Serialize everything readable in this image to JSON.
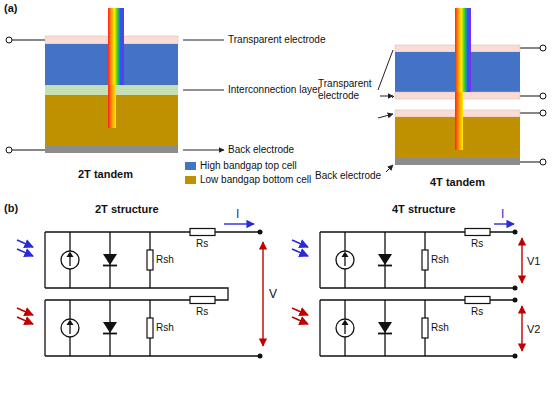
{
  "diagram": {
    "labels": [
      "(a)",
      "Transparent electrode",
      "Interconnection layer",
      "Back electrode",
      "2T tandem",
      "Transparent electrode",
      "Back electrode",
      "4T tandem",
      "(b)",
      "2T structure",
      "I",
      "Rs",
      "Rsh",
      "V",
      "Rs",
      "Rsh",
      "4T structure",
      "I",
      "Rs",
      "V1",
      "Rsh",
      "Rs",
      "V2",
      "Rsh"
    ],
    "legend": [
      {
        "text": "High bandgap top cell",
        "color": "#4472c4"
      },
      {
        "text": "Low bandgap bottom cell",
        "color": "#bf9000"
      }
    ]
  }
}
